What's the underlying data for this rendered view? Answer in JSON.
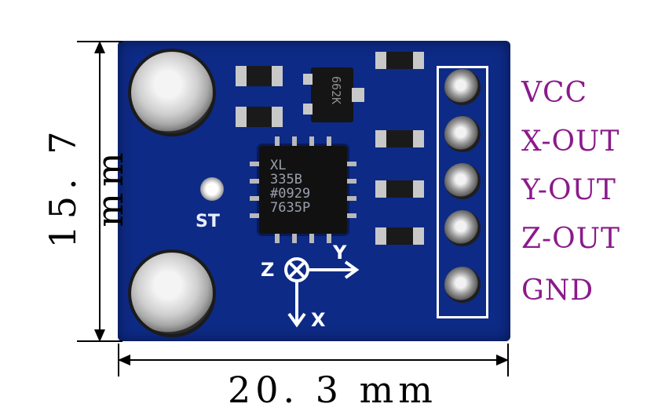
{
  "dimensions": {
    "height_label": "15. 7 mm",
    "width_label": "20. 3 mm"
  },
  "board": {
    "st_label": "ST",
    "chip_lines": [
      "XL",
      "335B",
      "#0929",
      "7635P"
    ],
    "regulator_text": "662K",
    "axes": {
      "z": "Z",
      "y": "Y",
      "x": "X"
    }
  },
  "pins": [
    "VCC",
    "X-OUT",
    "Y-OUT",
    "Z-OUT",
    "GND"
  ],
  "colors": {
    "board": "#0d2a86",
    "pin_label": "#8b1a8b"
  }
}
